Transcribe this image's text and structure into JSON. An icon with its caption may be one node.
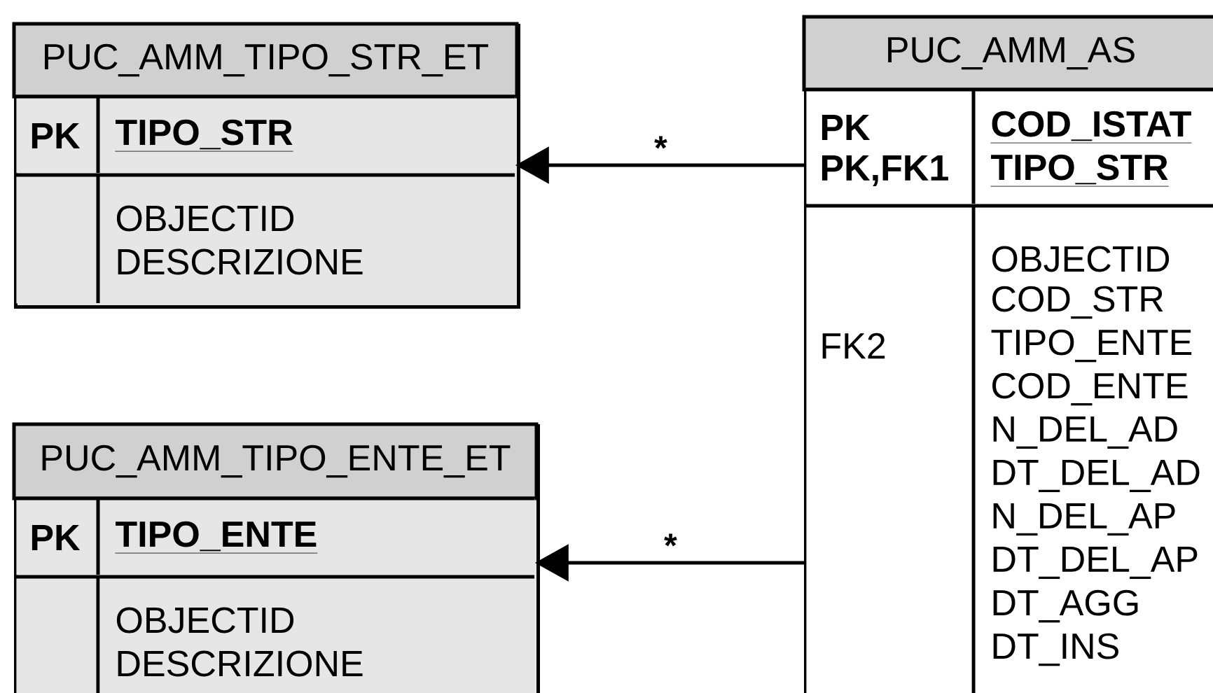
{
  "diagram": {
    "nodes": [
      {
        "text": [
          "PUC_AMM_TIPO_STR_ET"
        ]
      },
      {
        "text": [
          "PK",
          "TIPO_STR"
        ],
        "in": 0
      },
      {
        "text": [
          "OBJECTID",
          "DESCRIZIONE"
        ],
        "in": 0
      },
      {
        "text": [
          "PUC_AMM_TIPO_ENTE_ET"
        ]
      },
      {
        "text": [
          "PK",
          "TIPO_ENTE"
        ],
        "in": 3
      },
      {
        "text": [
          "OBJECTID",
          "DESCRIZIONE"
        ],
        "in": 3
      },
      {
        "text": [
          "PUC_AMM_AS"
        ]
      },
      {
        "text": [
          "PK",
          "PK,FK1",
          "COD_ISTAT",
          "TIPO_STR"
        ],
        "in": 6
      },
      {
        "text": [
          "FK2",
          "OBJECTID",
          "COD_STR",
          "TIPO_ENTE",
          "COD_ENTE",
          "N_DEL_AD",
          "DT_DEL_AD",
          "N_DEL_AP",
          "DT_DEL_AP",
          "DT_AGG",
          "DT_INS"
        ],
        "in": 6
      }
    ],
    "edges": [
      {
        "from": 7,
        "to": 1,
        "arrow": "to",
        "label": "*"
      },
      {
        "from": 8,
        "to": 4,
        "arrow": "to",
        "label": "*"
      }
    ]
  }
}
